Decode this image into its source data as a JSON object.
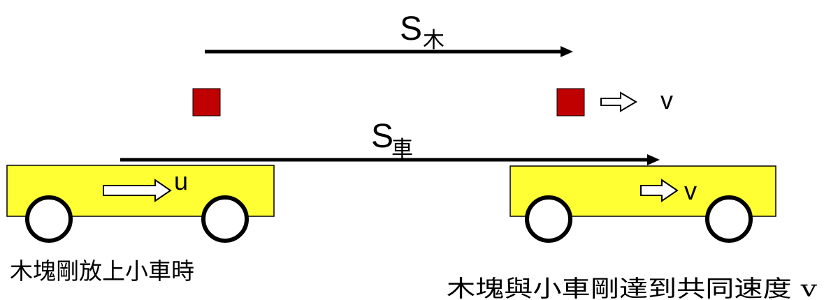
{
  "labels": {
    "block_displacement": "S",
    "block_displacement_sub": "木",
    "cart_displacement": "S",
    "cart_displacement_sub": "車",
    "block_velocity": "v",
    "cart_initial_velocity": "u",
    "cart_final_velocity": "v"
  },
  "captions": {
    "initial_state": "木塊剛放上小車時",
    "final_state": "木塊與小車剛達到共同速度 v"
  },
  "colors": {
    "block": "#c00000",
    "cart": "#ffff33",
    "arrow": "#000000",
    "wheel_fill": "#ffffff"
  }
}
